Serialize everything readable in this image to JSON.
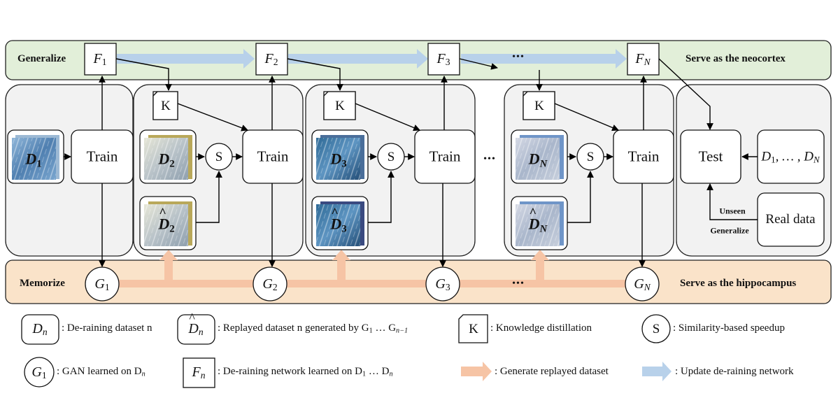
{
  "bands": {
    "generalize_label": "Generalize",
    "neocortex_label": "Serve as the neocortex",
    "memorize_label": "Memorize",
    "hippocampus_label": "Serve as the hippocampus"
  },
  "nodes": {
    "train": "Train",
    "test": "Test",
    "s": "S",
    "k": "K",
    "real_data": "Real data",
    "unseen": "Unseen",
    "generalize_small": "Generalize",
    "ellipsis": "•••",
    "d_range": "D",
    "d_range_sub1": "1",
    "d_range_mid": ", … , D",
    "d_range_subN": "N"
  },
  "networks": [
    "1",
    "2",
    "3",
    "N"
  ],
  "datasets": [
    "1",
    "2",
    "3",
    "N"
  ],
  "legend": {
    "dn_text": ": De-raining dataset n",
    "replayed_text": ": Replayed dataset n generated by G",
    "replayed_sub1": "1",
    "replayed_mid": " … G",
    "replayed_sub2": "n−1",
    "k_text": ": Knowledge distillation",
    "s_text": ": Similarity-based speedup",
    "g_text": ": GAN learned on D",
    "g_sub": "n",
    "f_text": ": De-raining network learned on D",
    "f_sub1": "1",
    "f_mid": " … D",
    "f_sub2": "n",
    "gen_text": ": Generate replayed dataset",
    "upd_text": ": Update de-raining network",
    "sym_n": "n",
    "sym_1": "1"
  },
  "colors": {
    "green_band": "#e2efd9",
    "orange_band": "#fae3c9",
    "panel": "#f2f2f2",
    "blue_arrow": "#b8d1ea",
    "orange_arrow": "#f6c4a5",
    "rain_blue": "#5b89b8"
  }
}
